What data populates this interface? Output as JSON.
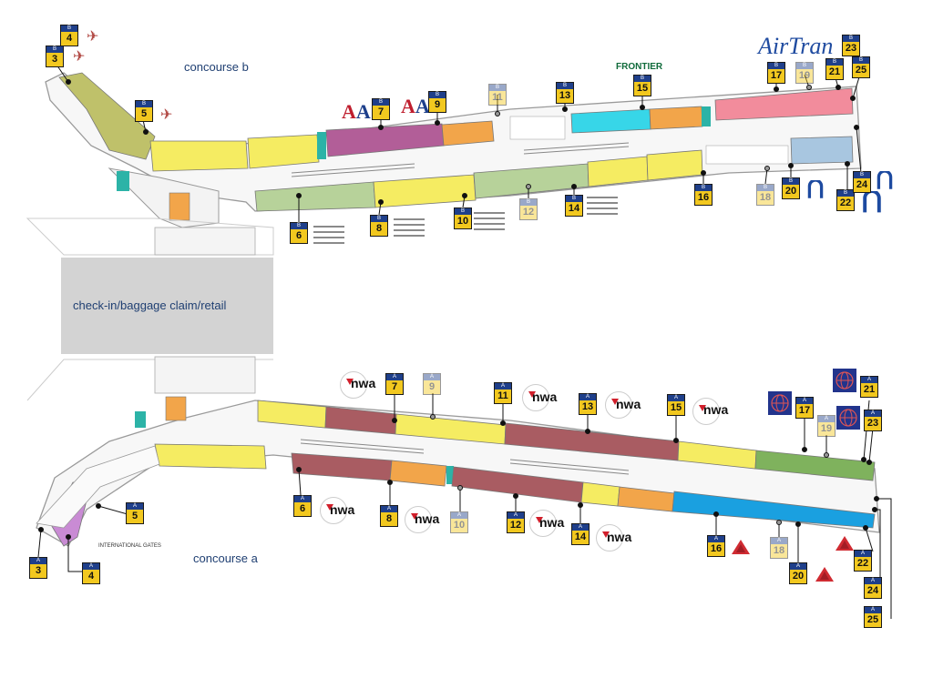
{
  "labels": {
    "concourse_b": "concourse  b",
    "concourse_a": "concourse  a",
    "checkin": "check-in/baggage  claim/retail",
    "international": "INTERNATIONAL GATES",
    "airtran": "AirTran",
    "frontier": "FRONTIER",
    "nwa": "nwa",
    "aa": "AA"
  },
  "gate_letter_b": "B",
  "gate_letter_a": "A",
  "gates_b": [
    "3",
    "4",
    "5",
    "6",
    "7",
    "8",
    "9",
    "10",
    "11",
    "12",
    "13",
    "14",
    "15",
    "16",
    "17",
    "18",
    "19",
    "20",
    "21",
    "22",
    "23",
    "24",
    "25"
  ],
  "gates_a": [
    "3",
    "4",
    "5",
    "6",
    "7",
    "8",
    "9",
    "10",
    "11",
    "12",
    "13",
    "14",
    "15",
    "16",
    "17",
    "18",
    "19",
    "20",
    "21",
    "22",
    "23",
    "24",
    "25"
  ],
  "colors": {
    "yellow": "#f5ec62",
    "purple": "#b25e98",
    "orange": "#f2a54a",
    "cyan": "#37d6e8",
    "pink": "#f28c9c",
    "green": "#b7d29a",
    "maroon": "#a95c62",
    "blue": "#1aa0e0",
    "olive": "#bfc16a",
    "teal": "#2cb3a7",
    "lilac": "#c98bd4",
    "lightblue": "#a8c6e0",
    "gray": "#cfcfcf",
    "darkgreen": "#7fb25d"
  }
}
